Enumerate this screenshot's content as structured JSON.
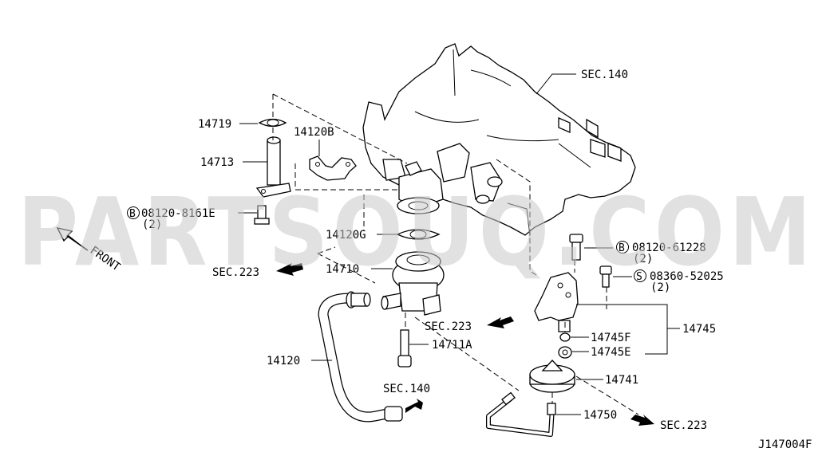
{
  "watermark": "PARTSOUQ.COM",
  "diagram_code": "J147004F",
  "front_label": "FRONT",
  "parts": {
    "p14719": "14719",
    "p14713": "14713",
    "p14120B": "14120B",
    "p14120G": "14120G",
    "p14710": "14710",
    "p14120": "14120",
    "p14711A": "14711A",
    "p14745": "14745",
    "p14745F": "14745F",
    "p14745E": "14745E",
    "p14741": "14741",
    "p14750": "14750"
  },
  "fasteners": {
    "bolt_8161E": {
      "circle": "B",
      "code": "08120-8161E",
      "qty": "(2)"
    },
    "bolt_61228": {
      "circle": "B",
      "code": "08120-61228",
      "qty": "(2)"
    },
    "screw_52025": {
      "circle": "S",
      "code": "08360-52025",
      "qty": "(2)"
    }
  },
  "sections": {
    "sec140_top": "SEC.140",
    "sec223_left": "SEC.223",
    "sec223_mid": "SEC.223",
    "sec140_bottom": "SEC.140",
    "sec223_right": "SEC.223"
  }
}
